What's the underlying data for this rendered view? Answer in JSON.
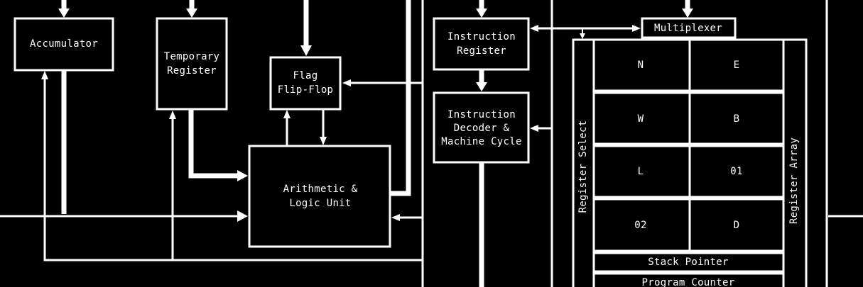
{
  "blocks": {
    "accumulator": "Accumulator",
    "temporary_register": [
      "Temporary",
      "Register"
    ],
    "flag_flip_flop": [
      "Flag",
      "Flip-Flop"
    ],
    "alu": [
      "Arithmetic &",
      "Logic Unit"
    ],
    "instruction_register": [
      "Instruction",
      "Register"
    ],
    "instruction_decoder": [
      "Instruction",
      "Decoder &",
      "Machine Cycle"
    ],
    "multiplexer": "Multiplexer",
    "register_select": "Register Select",
    "register_array": "Register Array",
    "stack_pointer": "Stack Pointer",
    "program_counter": "Program Counter"
  },
  "registers": [
    "N",
    "E",
    "W",
    "B",
    "L",
    "01",
    "02",
    "D"
  ]
}
